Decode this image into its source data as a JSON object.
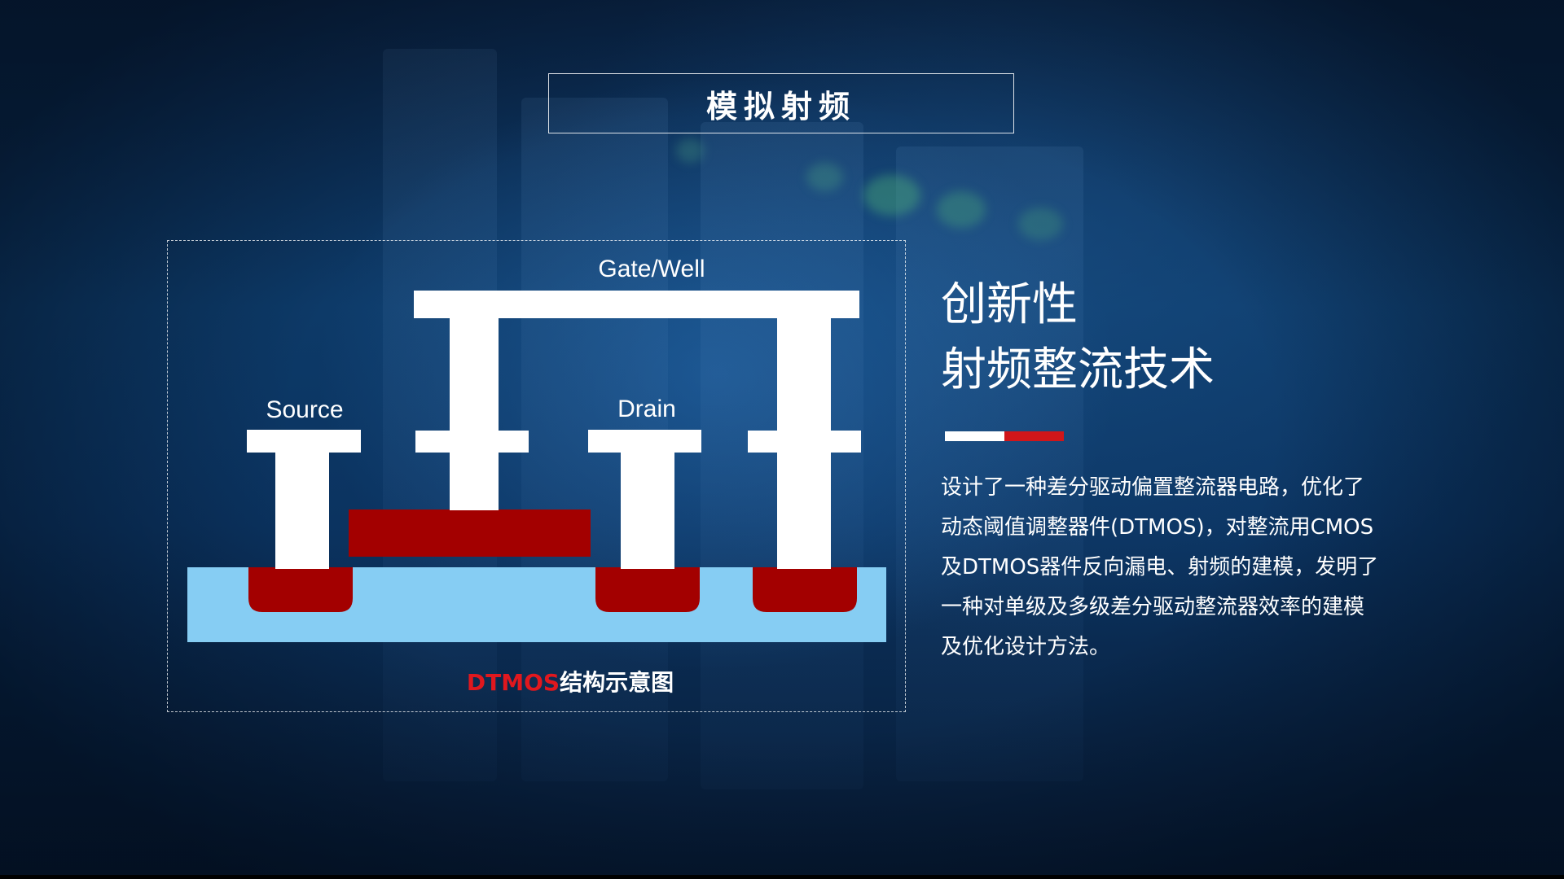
{
  "title": "模拟射频",
  "diagram": {
    "labels": {
      "gate_well": "Gate/Well",
      "source": "Source",
      "drain": "Drain"
    },
    "caption_prefix": "DTMOS",
    "caption_suffix": "结构示意图",
    "colors": {
      "metal": "#ffffff",
      "substrate": "#86cdf3",
      "doped": "#a30000",
      "caption_accent": "#e0181e"
    }
  },
  "heading": {
    "line1": "创新性",
    "line2": "射频整流技术"
  },
  "accent_colors": [
    "#ffffff",
    "#d0161a"
  ],
  "description": {
    "lines": [
      "设计了一种差分驱动偏置整流器电路，优化了",
      "动态阈值调整器件(DTMOS)，对整流用CMOS",
      "及DTMOS器件反向漏电、射频的建模，发明了",
      "一种对单级及多级差分驱动整流器效率的建模",
      "及优化设计方法。"
    ]
  }
}
